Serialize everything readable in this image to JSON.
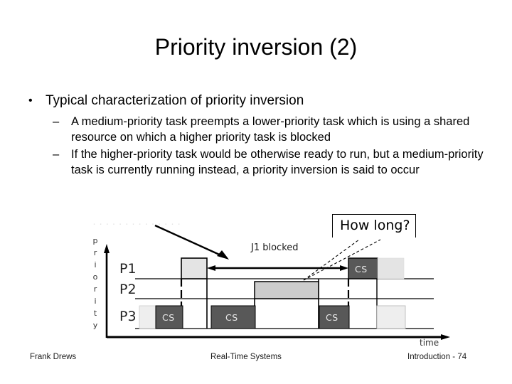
{
  "slide": {
    "title": "Priority inversion (2)",
    "footer": {
      "author": "Frank Drews",
      "center": "Real-Time Systems",
      "right": "Introduction - 74"
    }
  },
  "body": {
    "bullet_glyph": "•",
    "dash_glyph": "–",
    "level1": [
      {
        "text": "Typical characterization of priority inversion"
      }
    ],
    "level2": [
      {
        "text": "A medium-priority task preempts a lower-priority task which is using a shared resource on which a higher priority task is blocked"
      },
      {
        "text": "If the higher-priority task would be otherwise ready to run, but a medium-priority task is currently running instead, a priority inversion is said to occur"
      }
    ]
  },
  "diagram": {
    "y_axis_label": "priority",
    "y_axis_letters": [
      "p",
      "r",
      "i",
      "o",
      "r",
      "i",
      "t",
      "y"
    ],
    "x_axis_label": "time",
    "rows": [
      "P1",
      "P2",
      "P3"
    ],
    "annotations": {
      "j1_blocked": "J1 blocked",
      "how_long": "How long?"
    },
    "cs_label": "CS",
    "colors": {
      "light_gray": "#e4e4e4",
      "medium_gray": "#cccccc",
      "dark_gray": "#585858",
      "line": "#000000",
      "cs_text": "#e8e8e8"
    },
    "tasks": [
      {
        "row": "P1",
        "blocks": [
          {
            "start": 255,
            "end": 291,
            "shade": "light_gray",
            "label": ""
          },
          {
            "start": 490,
            "end": 531,
            "shade": "dark_gray",
            "label": "CS"
          },
          {
            "start": 531,
            "end": 568,
            "shade": "light_gray",
            "label": ""
          }
        ]
      },
      {
        "row": "P2",
        "blocks": [
          {
            "start": 358,
            "end": 448,
            "shade": "medium_gray",
            "label": ""
          }
        ]
      },
      {
        "row": "P3",
        "blocks": [
          {
            "start": 196,
            "end": 219,
            "shade": "light_gray",
            "label": ""
          },
          {
            "start": 219,
            "end": 257,
            "shade": "dark_gray",
            "label": "CS"
          },
          {
            "start": 297,
            "end": 359,
            "shade": "dark_gray",
            "label": "CS"
          },
          {
            "start": 449,
            "end": 491,
            "shade": "dark_gray",
            "label": "CS"
          },
          {
            "start": 530,
            "end": 570,
            "shade": "light_gray",
            "label": ""
          }
        ]
      }
    ],
    "tick_times": [
      255,
      291,
      358,
      448,
      490,
      530
    ],
    "span_arrow": {
      "from": 291,
      "to": 490,
      "row": "P1"
    }
  }
}
